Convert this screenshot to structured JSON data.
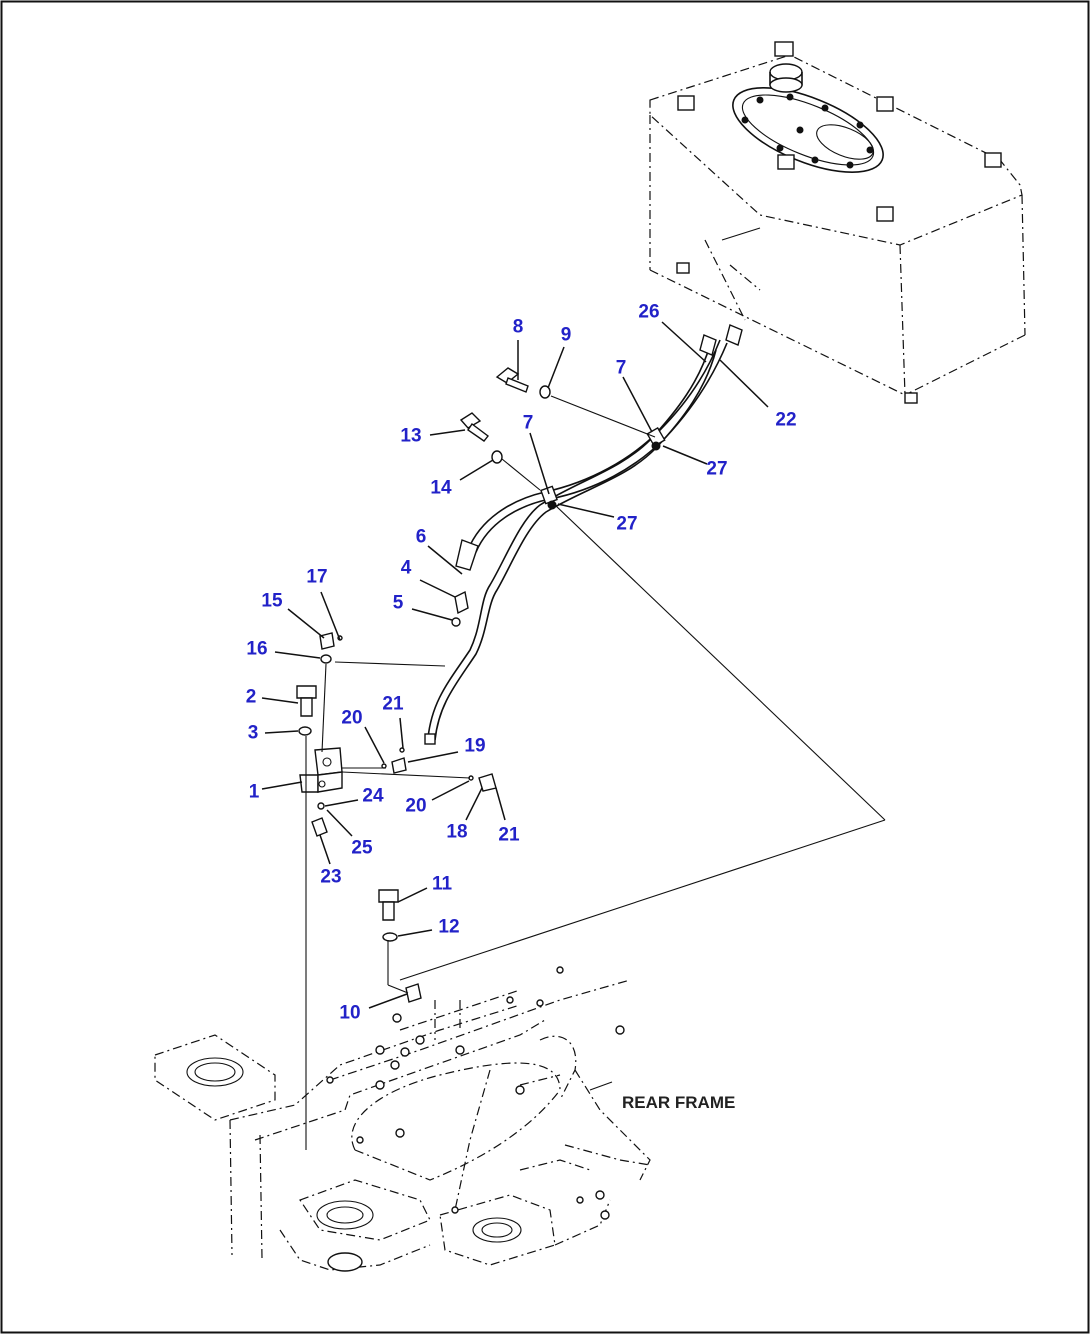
{
  "diagram": {
    "frame_label": "REAR FRAME",
    "callouts": [
      {
        "id": "c1",
        "text": "1"
      },
      {
        "id": "c2",
        "text": "2"
      },
      {
        "id": "c3",
        "text": "3"
      },
      {
        "id": "c4",
        "text": "4"
      },
      {
        "id": "c5",
        "text": "5"
      },
      {
        "id": "c6",
        "text": "6"
      },
      {
        "id": "c7a",
        "text": "7"
      },
      {
        "id": "c7b",
        "text": "7"
      },
      {
        "id": "c8",
        "text": "8"
      },
      {
        "id": "c9",
        "text": "9"
      },
      {
        "id": "c10",
        "text": "10"
      },
      {
        "id": "c11",
        "text": "11"
      },
      {
        "id": "c12",
        "text": "12"
      },
      {
        "id": "c13",
        "text": "13"
      },
      {
        "id": "c14",
        "text": "14"
      },
      {
        "id": "c15",
        "text": "15"
      },
      {
        "id": "c16",
        "text": "16"
      },
      {
        "id": "c17",
        "text": "17"
      },
      {
        "id": "c18",
        "text": "18"
      },
      {
        "id": "c19",
        "text": "19"
      },
      {
        "id": "c20a",
        "text": "20"
      },
      {
        "id": "c20b",
        "text": "20"
      },
      {
        "id": "c21a",
        "text": "21"
      },
      {
        "id": "c21b",
        "text": "21"
      },
      {
        "id": "c22",
        "text": "22"
      },
      {
        "id": "c23",
        "text": "23"
      },
      {
        "id": "c24",
        "text": "24"
      },
      {
        "id": "c25",
        "text": "25"
      },
      {
        "id": "c26",
        "text": "26"
      },
      {
        "id": "c27a",
        "text": "27"
      },
      {
        "id": "c27b",
        "text": "27"
      }
    ]
  }
}
